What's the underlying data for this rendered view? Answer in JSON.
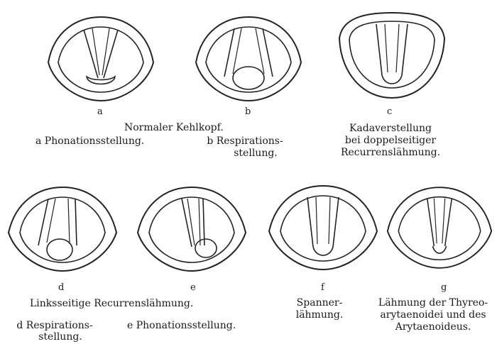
{
  "figures": [
    {
      "letter": "a",
      "variant": "phonation"
    },
    {
      "letter": "b",
      "variant": "respiration"
    },
    {
      "letter": "c",
      "variant": "cadaver"
    },
    {
      "letter": "d",
      "variant": "left-respiration"
    },
    {
      "letter": "e",
      "variant": "left-phonation"
    },
    {
      "letter": "f",
      "variant": "tensor"
    },
    {
      "letter": "g",
      "variant": "thyreo"
    }
  ],
  "captions": {
    "normal_title": "Normaler Kehlkopf.",
    "normal_a": "a Phonationsstellung.",
    "normal_b1": "b Respirations-",
    "normal_b2": "stellung.",
    "cadaver1": "Kadaverstellung",
    "cadaver2": "bei doppelseitiger",
    "cadaver3": "Recurrenslähmung.",
    "left_title": "Linksseitige Recurrenslähmung.",
    "left_d1": "d Respirations-",
    "left_d2": "stellung.",
    "left_e": "e Phonationsstellung.",
    "tensor1": "Spanner-",
    "tensor2": "lähmung.",
    "thyreo1": "Lähmung der Thyreo-",
    "thyreo2": "arytaenoidei und des",
    "thyreo3": "Arytaenoideus."
  }
}
